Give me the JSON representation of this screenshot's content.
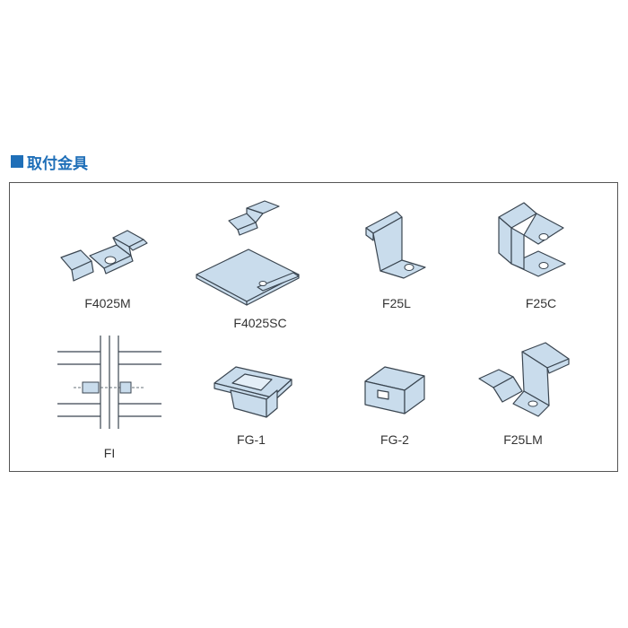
{
  "section": {
    "title": "取付金具",
    "accent": "#1f6fb8"
  },
  "parts": [
    {
      "label": "F4025M",
      "icon": "f4025m-bracket-icon"
    },
    {
      "label": "F4025SC",
      "icon": "f4025sc-clip-plate-icon"
    },
    {
      "label": "F25L",
      "icon": "f25l-bracket-icon"
    },
    {
      "label": "F25C",
      "icon": "f25c-bracket-icon"
    },
    {
      "label": "FI",
      "icon": "fi-bolt-diagram-icon"
    },
    {
      "label": "FG-1",
      "icon": "fg1-cap-icon"
    },
    {
      "label": "FG-2",
      "icon": "fg2-cap-icon"
    },
    {
      "label": "F25LM",
      "icon": "f25lm-bracket-icon"
    }
  ],
  "colors": {
    "metal_fill": "#c9dcec",
    "metal_light": "#e4eef7",
    "outline": "#3a4550"
  }
}
